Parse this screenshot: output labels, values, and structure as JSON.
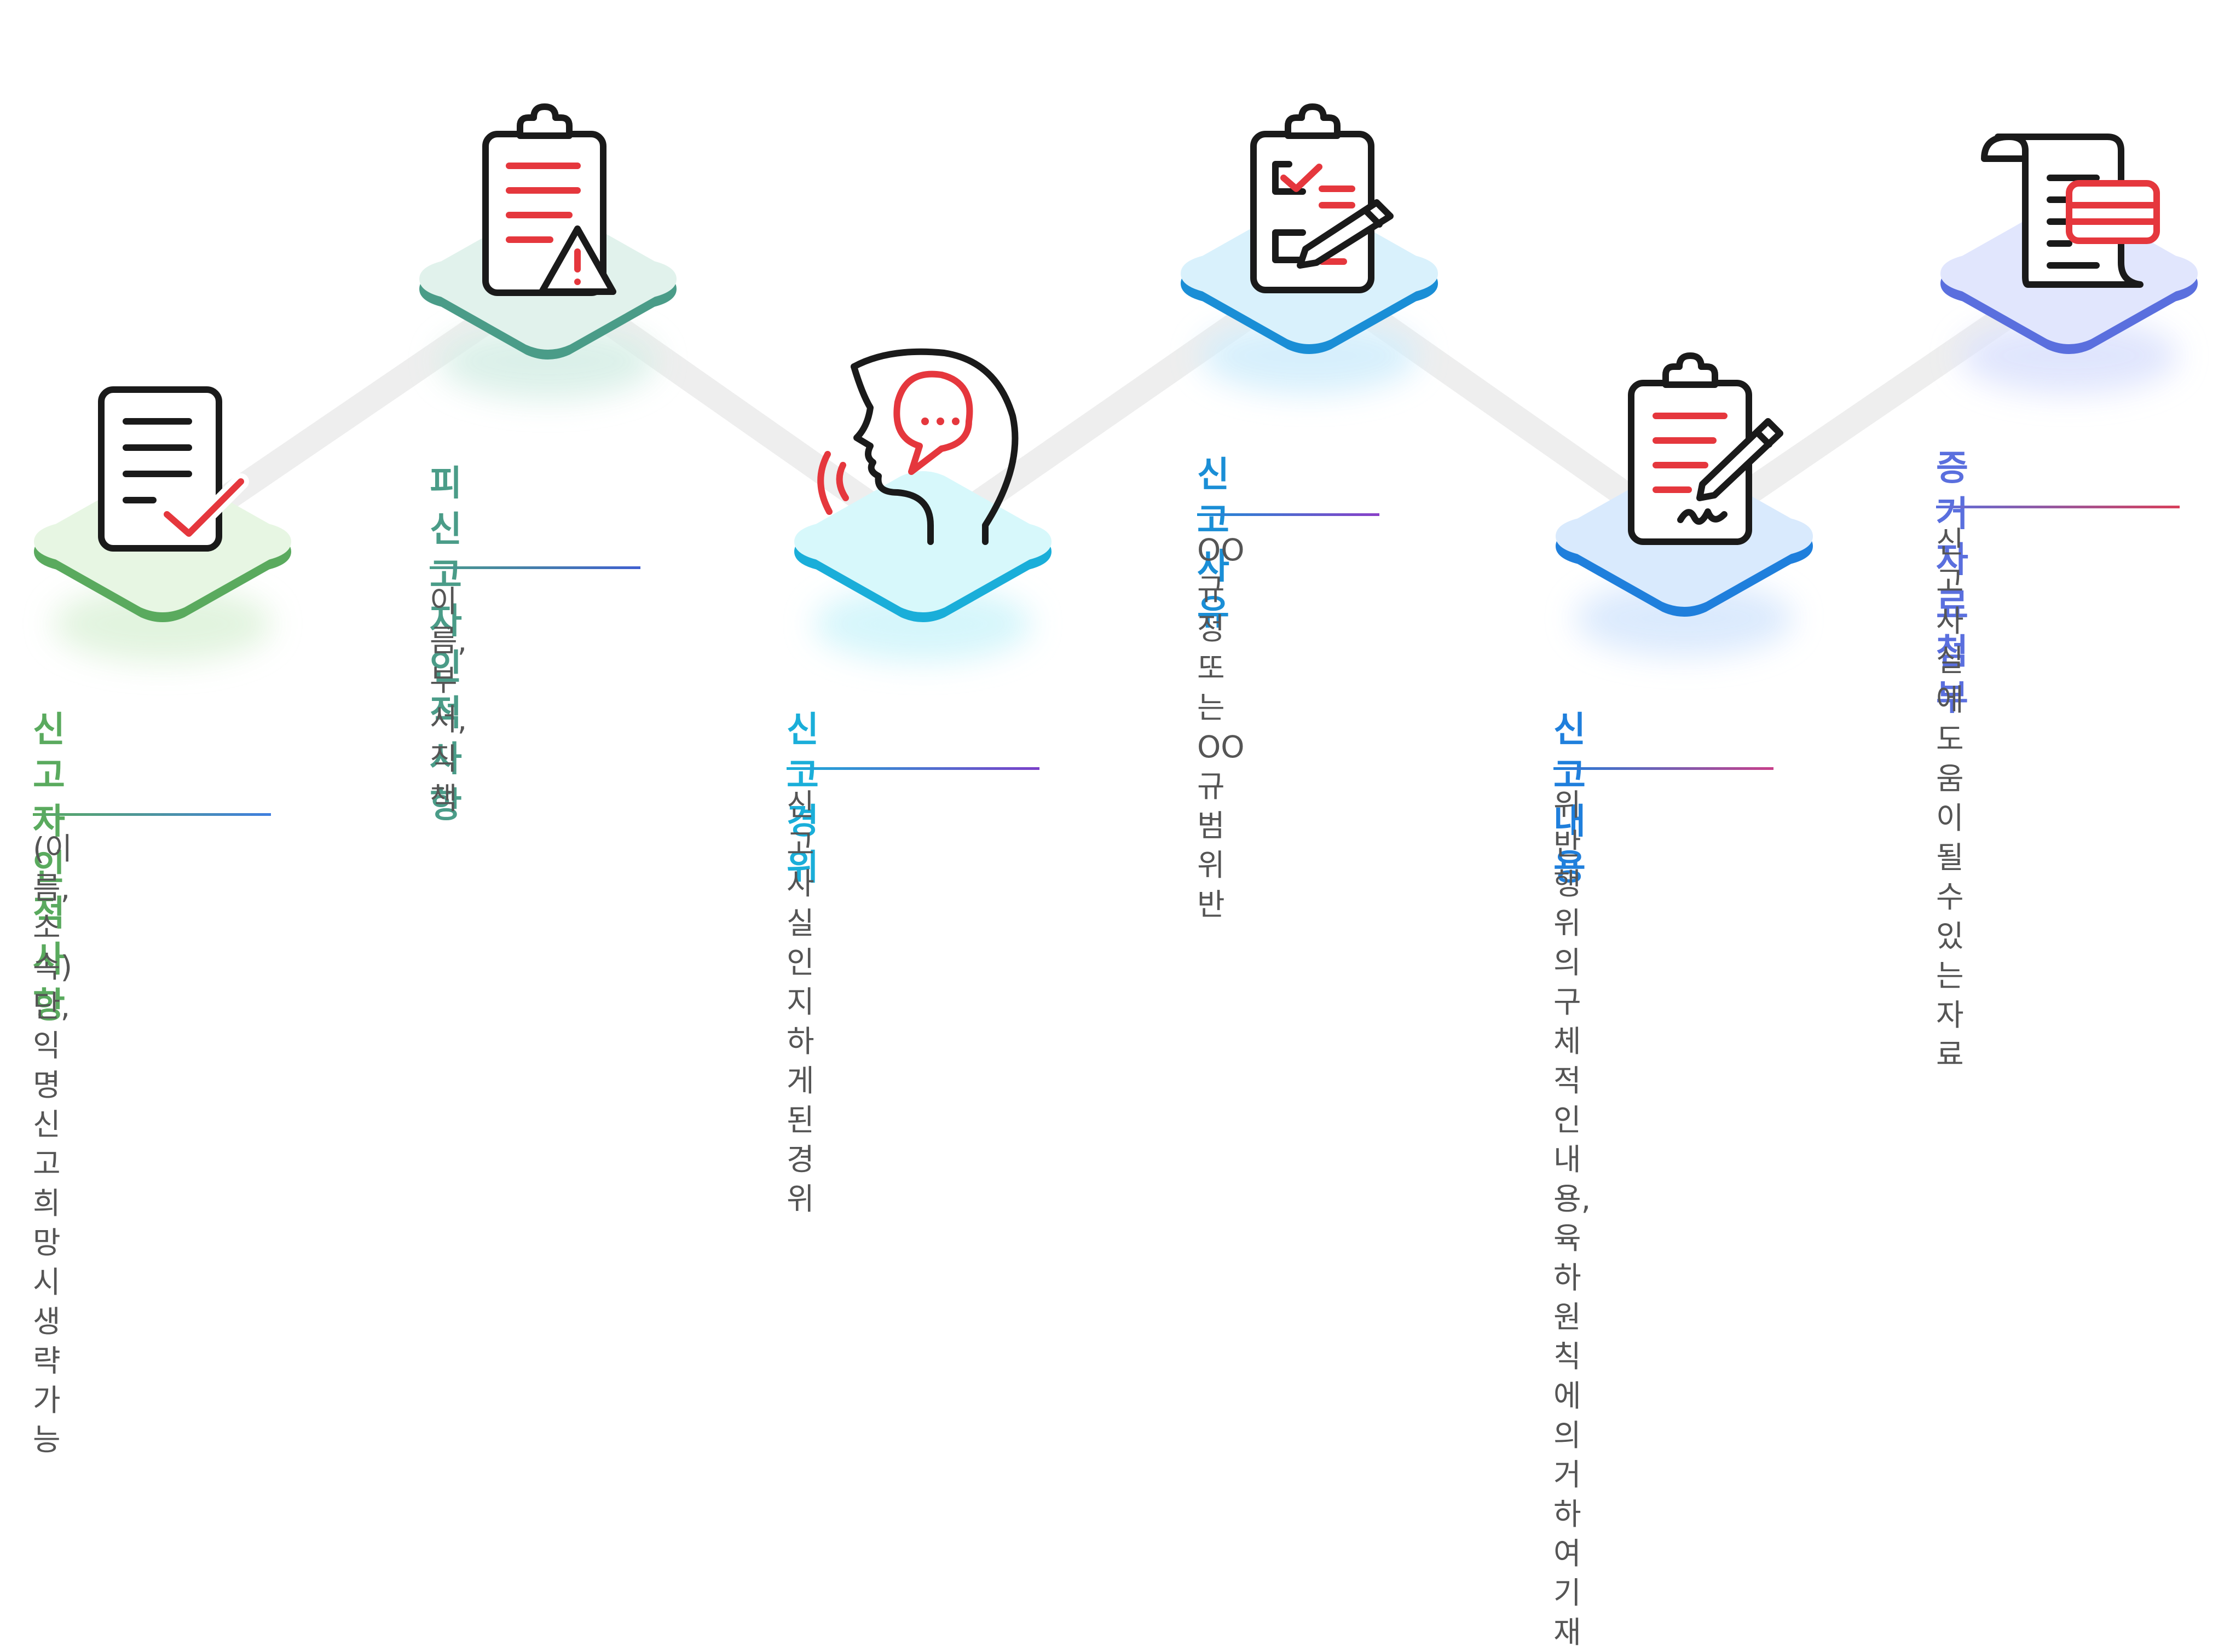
{
  "colors": {
    "green": "#5aaa5e",
    "teal": "#4a9c88",
    "cyan": "#1aaed9",
    "blue": "#1a8ed6",
    "blue2": "#1f7fdc",
    "indigo": "#5a6fde",
    "red": "#e5373d",
    "ink": "#1a1a1a",
    "desc": "#555555",
    "connector": "#eeeeee"
  },
  "steps": [
    {
      "id": "reporter-identity",
      "title": "신고자\n인적사항",
      "description": "(이름, 소속)\n단, 익명 신고 희망\n시 생략 가능",
      "color": "green",
      "icon": "document-check-icon"
    },
    {
      "id": "accused-identity",
      "title": "피신고자\n인적사항",
      "description": "이름, 부서, 직책",
      "color": "teal",
      "icon": "clipboard-warning-icon"
    },
    {
      "id": "report-background",
      "title": "신고 경위",
      "description": "신고사실 인지하게\n된 경위",
      "color": "cyan",
      "icon": "speaking-head-icon"
    },
    {
      "id": "report-reason",
      "title": "신고 사유",
      "description": "OO규정 또는\nOO규범 위반",
      "color": "blue",
      "icon": "checklist-pen-icon"
    },
    {
      "id": "report-content",
      "title": "신고 내용",
      "description": "위반행위의 구체\n적인 내용, 육하\n원칙에 의거하여\n기재",
      "color": "blue2",
      "icon": "clipboard-signature-icon"
    },
    {
      "id": "evidence-attachment",
      "title": "증거자료 첨부",
      "description": "신고사실에 도움이\n될 수 있는 자료",
      "color": "indigo",
      "icon": "scroll-card-icon"
    }
  ]
}
